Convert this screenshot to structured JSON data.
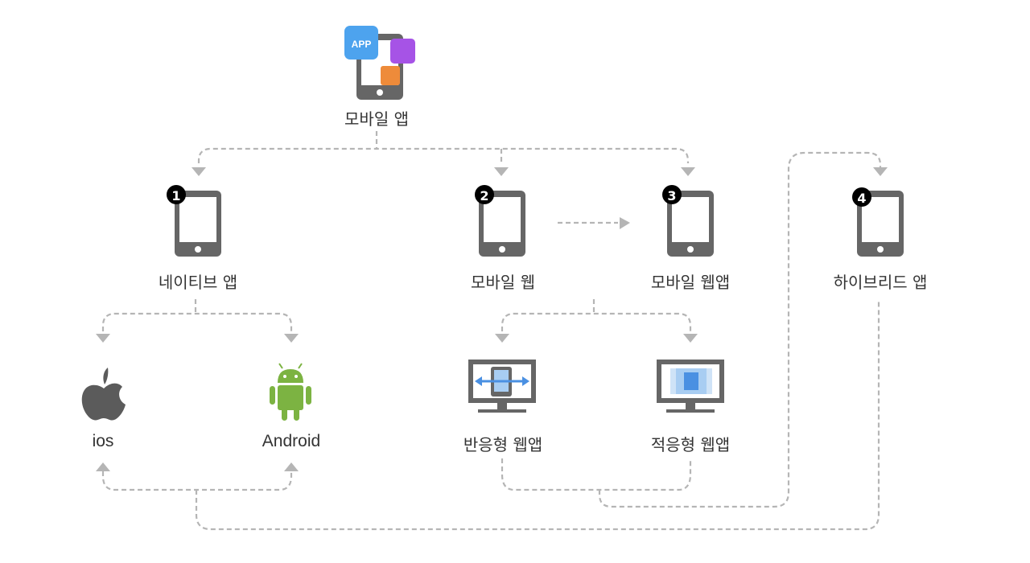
{
  "root": {
    "label": "모바일 앱",
    "app_badge": "APP"
  },
  "nodes": [
    {
      "number": "1",
      "label": "네이티브 앱"
    },
    {
      "number": "2",
      "label": "모바일 웹"
    },
    {
      "number": "3",
      "label": "모바일 웹앱"
    },
    {
      "number": "4",
      "label": "하이브리드 앱"
    }
  ],
  "platforms": {
    "ios": "ios",
    "android": "Android"
  },
  "web_types": {
    "responsive": "반응형 웹앱",
    "adaptive": "적응형 웹앱"
  },
  "colors": {
    "device": "#666666",
    "connector": "#b5b5b5",
    "app_blue": "#4da3ee",
    "app_purple": "#a653e6",
    "app_orange": "#ee8b3a",
    "android_green": "#7cb342",
    "apple_gray": "#5b5b5b",
    "arrow_blue": "#4a90e2",
    "screen_blue": "#a8cdf2"
  }
}
